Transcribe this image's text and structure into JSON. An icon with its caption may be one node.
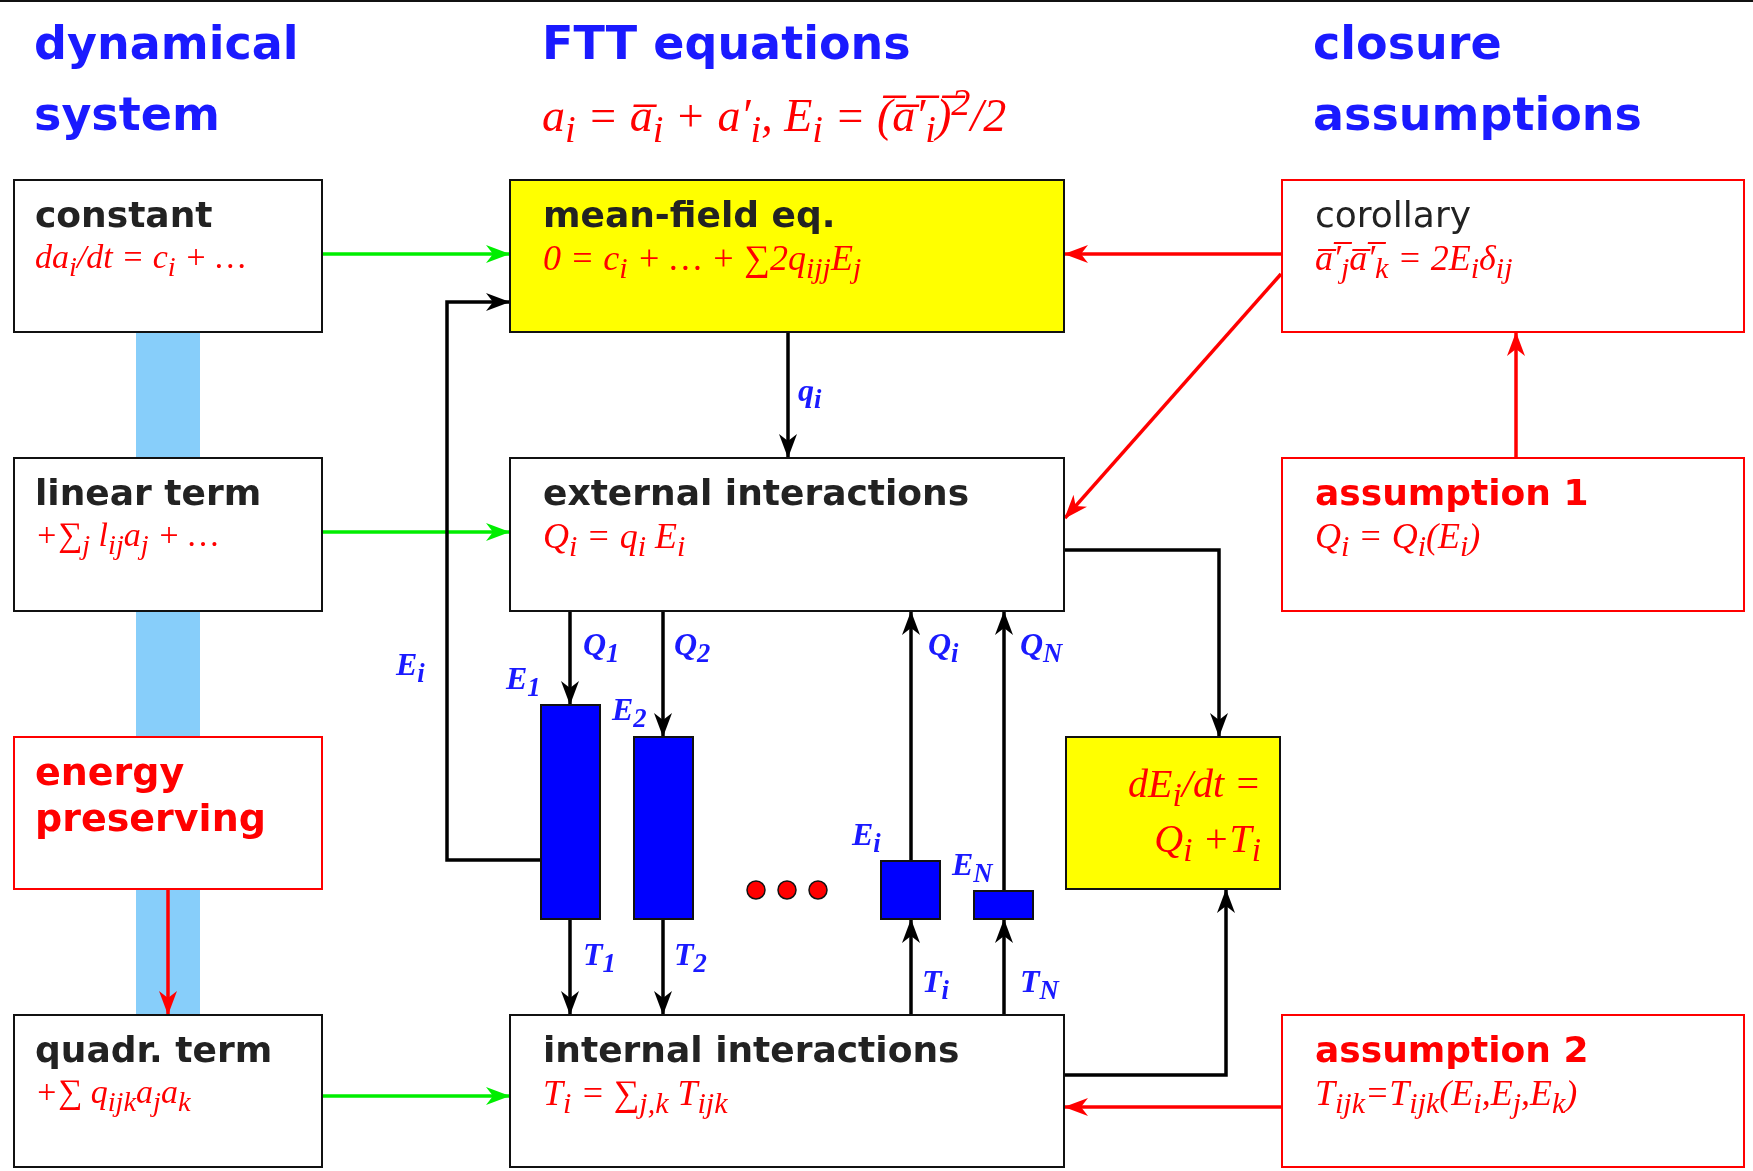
{
  "diagram": {
    "nodes": [
      {
        "text": [
          "constant",
          "da$_{i}$/dt = c$_{i}$ + …"
        ]
      },
      {
        "text": [
          "mean-field eq.",
          "0 = c$_{i}$ + … + ∑2q$_{ijj}$E$_{j}$"
        ]
      },
      {
        "text": [
          "corollary",
          "a̅′̅$_{j}$a̅′̅$_{k}$ = 2E$_{i}$δ$_{ij}$"
        ]
      },
      {
        "text": [
          "linear term",
          "+∑$_{j}$ l$_{ij}$a$_{j}$ + …"
        ]
      },
      {
        "text": [
          "external interactions",
          "Q$_{i}$ = q$_{i}$ E$_{i}$"
        ]
      },
      {
        "text": [
          "assumption 1",
          "Q$_{i}$ = Q$_{i}$(E$_{i}$)"
        ]
      },
      {
        "text": [
          "energy preserving"
        ]
      },
      {
        "text": [],
        "shape": "bar",
        "beside": [
          "E$_{1}$"
        ]
      },
      {
        "text": [],
        "shape": "bar",
        "beside": [
          "E$_{2}$"
        ]
      },
      {
        "text": [],
        "shape": "bar",
        "beside": [
          "E$_{i}$"
        ]
      },
      {
        "text": [],
        "shape": "bar",
        "beside": [
          "E$_{N}$"
        ]
      },
      {
        "text": [
          "dE$_{i}$/dt = Q$_{i}$ +T$_{i}$"
        ]
      },
      {
        "text": [
          "quadr. term",
          "+∑ q$_{ijk}$a$_{j}$a$_{k}$"
        ]
      },
      {
        "text": [
          "internal interactions",
          "T$_{i}$ = ∑$_{j,k}$ T$_{ijk}$"
        ]
      },
      {
        "text": [
          "assumption 2",
          "T$_{ijk}$=T$_{ijk}$(E$_{i}$,E$_{j}$,E$_{k}$)"
        ]
      }
    ],
    "edges": [
      {
        "from": 0,
        "to": 1,
        "arrow": "to",
        "color": "#00ee00"
      },
      {
        "from": 3,
        "to": 4,
        "arrow": "to",
        "color": "#00ee00"
      },
      {
        "from": 12,
        "to": 13,
        "arrow": "to",
        "color": "#00ee00"
      },
      {
        "from": 2,
        "to": 1,
        "arrow": "to",
        "color": "#ff0000"
      },
      {
        "from": 2,
        "to": 4,
        "arrow": "to",
        "color": "#ff0000"
      },
      {
        "from": 5,
        "to": 2,
        "arrow": "to",
        "color": "#ff0000"
      },
      {
        "from": 14,
        "to": 13,
        "arrow": "to",
        "color": "#ff0000"
      },
      {
        "from": 6,
        "to": 12,
        "arrow": "to",
        "color": "#ff0000"
      },
      {
        "from": 1,
        "to": 4,
        "arrow": "to",
        "label": "q$_{i}$"
      },
      {
        "from": 4,
        "to": 7,
        "arrow": "to",
        "label": "Q$_{1}$"
      },
      {
        "from": 4,
        "to": 8,
        "arrow": "to",
        "label": "Q$_{2}$"
      },
      {
        "from": 9,
        "to": 4,
        "arrow": "to",
        "label": "Q$_{i}$"
      },
      {
        "from": 10,
        "to": 4,
        "arrow": "to",
        "label": "Q$_{N}$"
      },
      {
        "from": 7,
        "to": 13,
        "arrow": "to",
        "label": "T$_{1}$"
      },
      {
        "from": 8,
        "to": 13,
        "arrow": "to",
        "label": "T$_{2}$"
      },
      {
        "from": 13,
        "to": 9,
        "arrow": "to",
        "label": "T$_{i}$"
      },
      {
        "from": 13,
        "to": 10,
        "arrow": "to",
        "label": "T$_{N}$"
      },
      {
        "from": 7,
        "to": 1,
        "arrow": "to",
        "label": "E$_{i}$"
      },
      {
        "from": 4,
        "to": 11,
        "arrow": "to"
      },
      {
        "from": 13,
        "to": 11,
        "arrow": "to"
      }
    ],
    "labels": [
      "dynamical system",
      "FTT equations",
      "a$_{i}$ = a̅$_{i}$ + a′$_{i}$, E$_{i}$ = (̅a̅′̅$_{i}$)̅$^{2}$/2",
      "closure assumptions"
    ]
  }
}
